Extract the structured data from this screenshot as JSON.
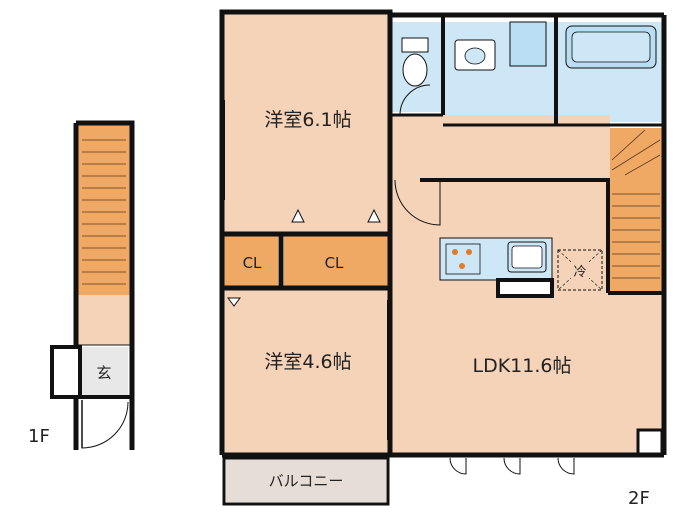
{
  "colors": {
    "room": "#F5D3B8",
    "closet": "#F0A865",
    "wet": "#CDE7F7",
    "stairs": "#F0A865",
    "balcony": "#E6DDD6",
    "wall": "#111111",
    "entrance": "#E8E8E8"
  },
  "icons": [
    "toilet-icon",
    "sink-icon",
    "bathtub-icon",
    "stove-icon",
    "kitchen-sink-icon",
    "refrigerator-space-icon"
  ],
  "floor_1f": {
    "label": "1F",
    "entrance": "玄"
  },
  "floor_2f": {
    "label": "2F",
    "rooms": {
      "western_room_1": "洋室6.1帖",
      "western_room_2": "洋室4.6帖",
      "closet_left": "CL",
      "closet_right": "CL",
      "ldk": "LDK11.6帖",
      "balcony": "バルコニー",
      "refrigerator": "冷"
    }
  }
}
